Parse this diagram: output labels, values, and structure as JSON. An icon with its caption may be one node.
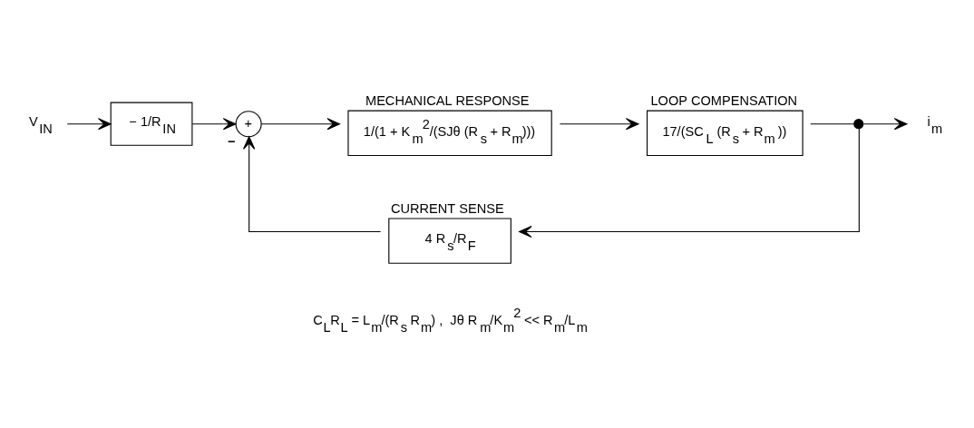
{
  "diagram": {
    "nodes": [
      {
        "text": [
          "V$_{IN}$"
        ]
      },
      {
        "text": [
          "− 1/R$_{IN}$"
        ]
      },
      {
        "text": [
          "+"
        ],
        "beside": [
          "−"
        ]
      },
      {
        "text": [
          "MECHANICAL RESPONSE",
          "1/(1 + K$_{m}$$^{2}$/(SJθ (R$_{s}$ + R$_{m}$)))"
        ]
      },
      {
        "text": [
          "LOOP COMPENSATION",
          "17/(SC$_{L}$ (R$_{s}$ + R$_{m}$ ))"
        ]
      },
      {
        "text": [],
        "shape": "circle"
      },
      {
        "text": [
          "i$_{m}$"
        ]
      },
      {
        "text": [
          "CURRENT SENSE",
          "4 R$_{s}$/R$_{F}$"
        ]
      }
    ],
    "edges": [
      {
        "from": 0,
        "to": 1,
        "arrow": "to"
      },
      {
        "from": 1,
        "to": 2,
        "arrow": "to"
      },
      {
        "from": 2,
        "to": 3,
        "arrow": "to"
      },
      {
        "from": 3,
        "to": 4,
        "arrow": "to"
      },
      {
        "from": 4,
        "to": 5,
        "arrow": "none"
      },
      {
        "from": 5,
        "to": 6,
        "arrow": "to"
      },
      {
        "from": 5,
        "to": 7,
        "arrow": "to"
      },
      {
        "from": 7,
        "to": 2,
        "arrow": "to"
      }
    ],
    "labels": [
      "C$_{L}$R$_{L}$ = L$_{m}$/(R$_{s}$ R$_{m}$) ,  Jθ R$_{m}$/K$_{m}$$^{2}$ << R$_{m}$/L$_{m}$"
    ]
  }
}
